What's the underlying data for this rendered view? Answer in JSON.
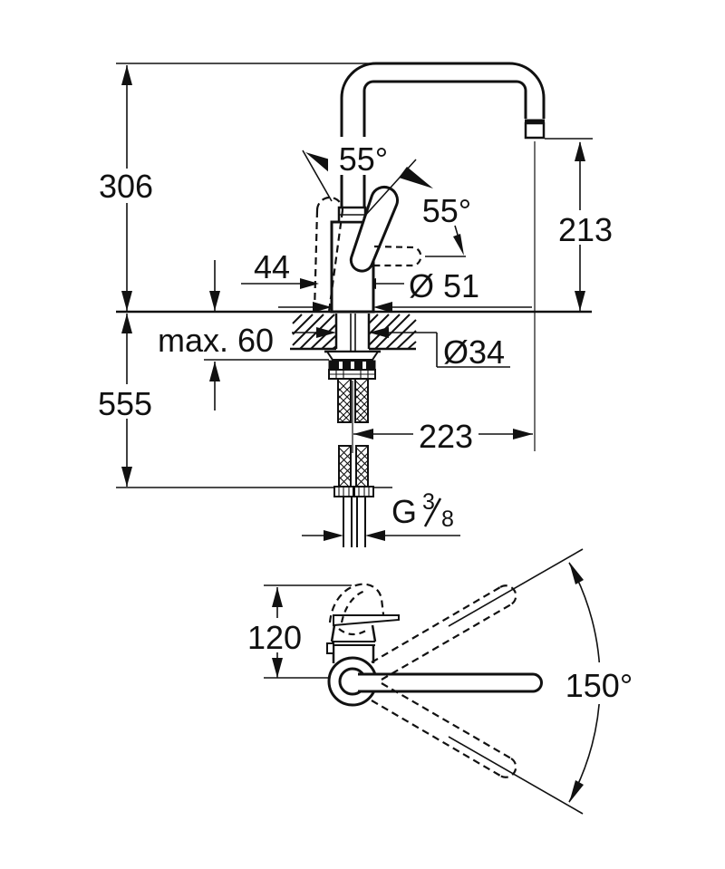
{
  "page": {
    "background": "#ffffff",
    "ink": "#111111"
  },
  "side_view": {
    "dim_total_height": "306",
    "dim_below_counter": "555",
    "dim_spout_outlet_height": "213",
    "dim_spout_reach": "223",
    "dim_handle_offset": "44",
    "dim_body_diameter": "Ø 51",
    "dim_max_counter_thickness": "max. 60",
    "dim_hole_diameter": "Ø34",
    "dim_handle_angle_up": "55°",
    "dim_handle_angle_forward": "55°",
    "thread_letter": "G",
    "thread_numerator": "3",
    "thread_denominator": "8"
  },
  "top_view": {
    "dim_handle_reach": "120",
    "dim_swing_angle": "150°"
  }
}
